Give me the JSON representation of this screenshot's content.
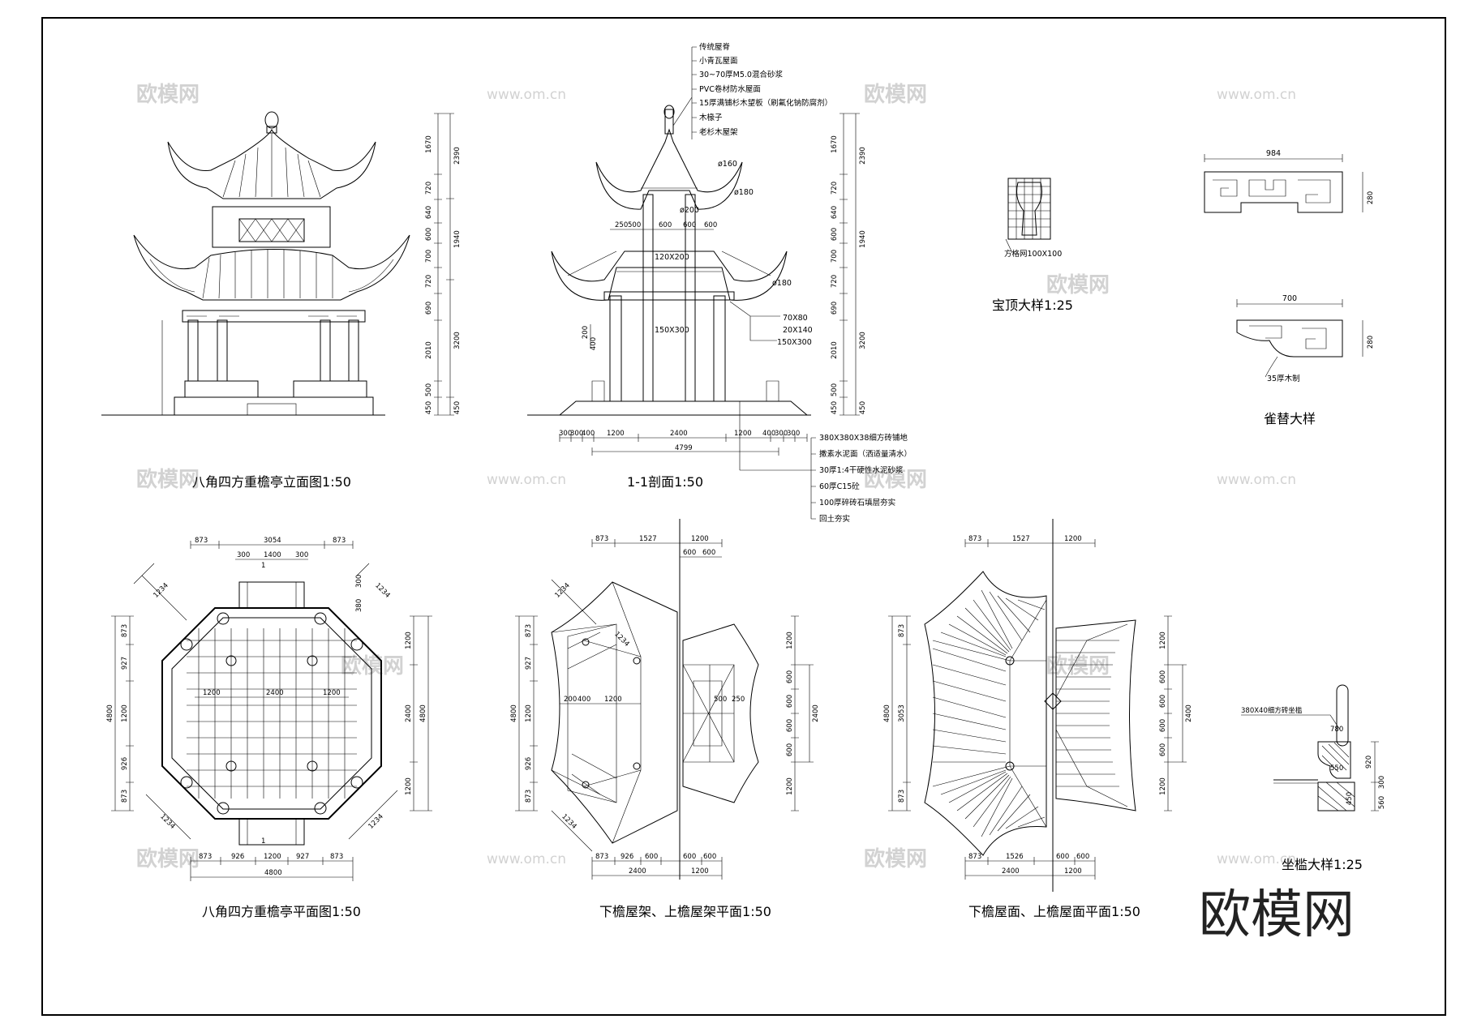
{
  "titles": {
    "elevation": "八角四方重檐亭立面图1:50",
    "section": "1-1剖面1:50",
    "plan": "八角四方重檐亭平面图1:50",
    "frame_plan": "下檐屋架、上檐屋架平面1:50",
    "roof_plan": "下檐屋面、上檐屋面平面1:50",
    "finial": "宝顶大样1:25",
    "bracket": "雀替大样",
    "seat": "坐槛大样1:25"
  },
  "roof_layers": [
    "传统屋脊",
    "小青瓦屋面",
    "30~70厚M5.0混合砂浆",
    "PVC卷材防水屋面",
    "15厚满铺杉木望板（刷氟化钠防腐剂）",
    "木椽子",
    "老杉木屋架"
  ],
  "floor_layers": [
    "380X380X38细方砖铺地",
    "撒素水泥面（洒适量清水）",
    "30厚1:4干硬性水泥砂浆",
    "60厚C15砼",
    "100厚碎砖石填层夯实",
    "回土夯实"
  ],
  "section_labels": {
    "d160": "ø160",
    "d180a": "ø180",
    "d200": "ø200",
    "d180b": "ø180",
    "beam1": "120X200",
    "beam2": "150X300",
    "m1": "70X80",
    "m2": "20X140",
    "m3": "150X300",
    "top_dims": [
      "250",
      "500",
      "600",
      "600",
      "600"
    ],
    "side_dims": [
      "200",
      "400"
    ],
    "bottom_dims": [
      "300",
      "300",
      "400",
      "1200",
      "2400",
      "1200",
      "400",
      "300",
      "300"
    ],
    "bottom_total": "4799"
  },
  "height_dims": {
    "inner": [
      "1670",
      "720",
      "640",
      "600",
      "700",
      "720",
      "690",
      "2010",
      "500",
      "450"
    ],
    "outer": [
      "2390",
      "1940",
      "3200",
      "450"
    ]
  },
  "plan_dims": {
    "top": [
      "873",
      "3054",
      "873"
    ],
    "top_inner": [
      "300",
      "1400",
      "300"
    ],
    "bottom": [
      "873",
      "926",
      "1200",
      "927",
      "873"
    ],
    "bottom_total": "4800",
    "left": [
      "873",
      "927",
      "1200",
      "926",
      "873"
    ],
    "left_total": "4800",
    "right": [
      "1200",
      "2400",
      "1200"
    ],
    "right_total": "4800",
    "diag": "1234",
    "diag_small": [
      "300",
      "380"
    ],
    "inner": [
      "1200",
      "2400",
      "1200"
    ],
    "section_mark": "1"
  },
  "frame_dims": {
    "top": [
      "873",
      "1527",
      "1200"
    ],
    "top_right": [
      "600",
      "600"
    ],
    "bottom": [
      "873",
      "926",
      "600",
      "600",
      "600"
    ],
    "bottom_totals": [
      "2400",
      "1200"
    ],
    "left": [
      "873",
      "927",
      "1200",
      "926",
      "873"
    ],
    "left_total": "4800",
    "right": [
      "1200",
      "600",
      "600",
      "600",
      "600",
      "1200"
    ],
    "right_total": "2400",
    "inner": [
      "200",
      "400",
      "1200"
    ],
    "inner_right": [
      "500",
      "250"
    ],
    "diag": "1234"
  },
  "roof_dims": {
    "top": [
      "873",
      "1527",
      "1200"
    ],
    "bottom": [
      "873",
      "1526",
      "600",
      "600"
    ],
    "bottom_totals": [
      "2400",
      "1200"
    ],
    "left": [
      "873",
      "3053",
      "873"
    ],
    "left_total": "4800",
    "right": [
      "1200",
      "600",
      "600",
      "600",
      "600",
      "1200"
    ],
    "right_total": "2400"
  },
  "finial_labels": {
    "grid": "方格网100X100"
  },
  "bracket_dims": {
    "w1": "984",
    "h1": "280",
    "w2": "700",
    "h2": "280",
    "note": "35厚木制"
  },
  "seat_dims": {
    "brick": "380X40细方砖坐槛",
    "d1": "780",
    "d2": "550",
    "d3": "920",
    "d4": "300",
    "d5": "560",
    "d6": "450"
  },
  "watermark": {
    "cn": "欧模网",
    "url": "www.om.cn",
    "brand": "欧模网"
  }
}
